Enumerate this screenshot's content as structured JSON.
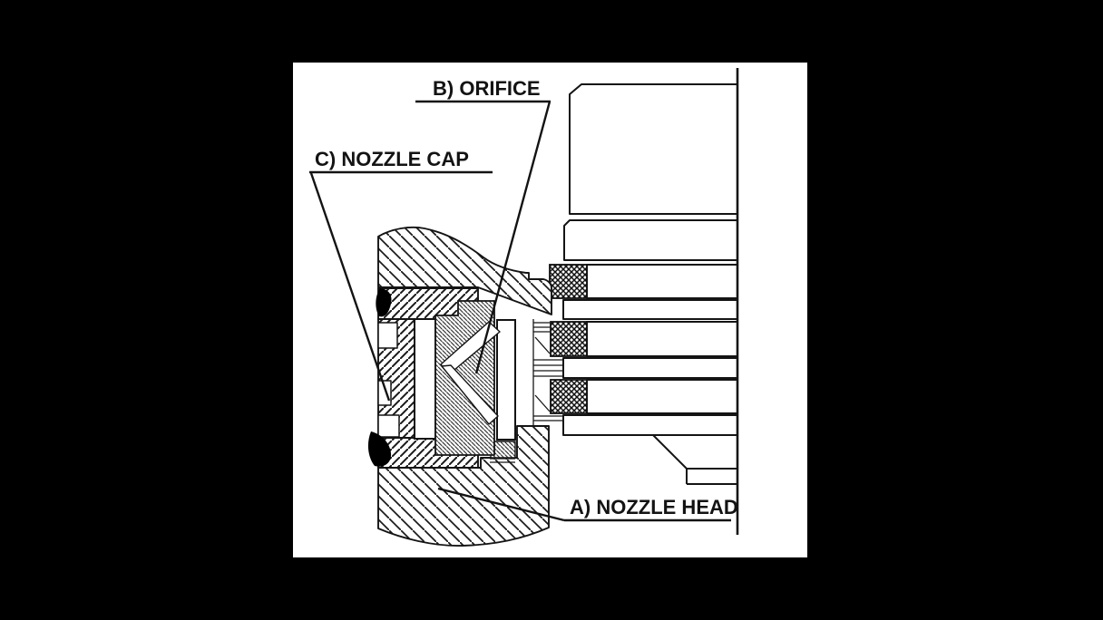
{
  "colors": {
    "background": "#000000",
    "paper": "#ffffff",
    "ink": "#141414"
  },
  "callouts": {
    "orifice": {
      "text": "B) ORIFICE"
    },
    "nozzle_cap": {
      "text": "C) NOZZLE CAP"
    },
    "nozzle_head": {
      "text": "A) NOZZLE HEAD"
    }
  }
}
